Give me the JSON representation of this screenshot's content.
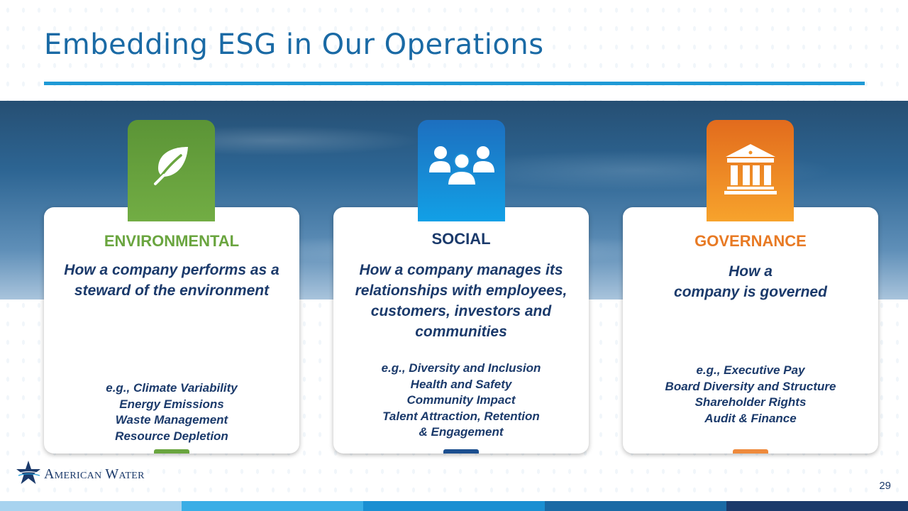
{
  "slide": {
    "title": "Embedding ESG in Our Operations",
    "page_number": "29"
  },
  "logo": {
    "text": "American Water"
  },
  "pillars": [
    {
      "heading": "ENVIRONMENTAL",
      "description": "How a company performs as a steward of  the environment",
      "examples": [
        "e.g., Climate Variability",
        "Energy Emissions",
        "Waste Management",
        "Resource Depletion"
      ],
      "icon": "leaf-icon"
    },
    {
      "heading": "SOCIAL",
      "description": "How a company manages its relationships with employees, customers, investors and communities",
      "examples": [
        "e.g., Diversity and Inclusion",
        "Health and Safety",
        "Community Impact",
        "Talent Attraction, Retention",
        "& Engagement"
      ],
      "icon": "people-icon"
    },
    {
      "heading": "GOVERNANCE",
      "description_line1": "How a",
      "description_line2": "company is governed",
      "examples": [
        "e.g., Executive Pay",
        "Board Diversity and Structure",
        "Shareholder Rights",
        "Audit & Finance"
      ],
      "icon": "building-icon"
    }
  ],
  "colors": {
    "title": "#1a6aa5",
    "rule": "#1f9ad6",
    "environmental": "#6aa53f",
    "social": "#1b8fd6",
    "governance": "#f29227",
    "text_navy": "#1b3a6b"
  }
}
